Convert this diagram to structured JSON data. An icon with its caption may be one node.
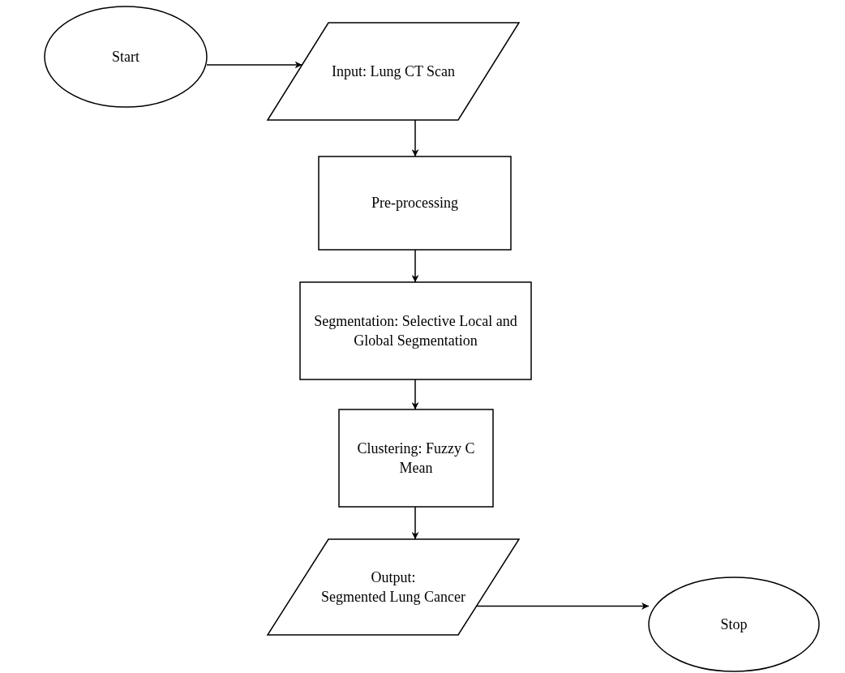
{
  "diagram": {
    "nodes": [
      {
        "text": [
          "Start"
        ]
      },
      {
        "text": [
          "Input: Lung CT Scan"
        ]
      },
      {
        "text": [
          "Pre-processing"
        ]
      },
      {
        "text": [
          "Segmentation: Selective Local and Global Segmentation"
        ]
      },
      {
        "text": [
          "Clustering: Fuzzy C Mean"
        ]
      },
      {
        "text": [
          "Output:",
          "Segmented Lung Cancer"
        ]
      },
      {
        "text": [
          "Stop"
        ]
      }
    ],
    "edges": [
      {
        "from": 0,
        "to": 1,
        "arrow": "to"
      },
      {
        "from": 1,
        "to": 2,
        "arrow": "to"
      },
      {
        "from": 2,
        "to": 3,
        "arrow": "to"
      },
      {
        "from": 3,
        "to": 4,
        "arrow": "to"
      },
      {
        "from": 4,
        "to": 5,
        "arrow": "to"
      },
      {
        "from": 5,
        "to": 6,
        "arrow": "to"
      }
    ]
  }
}
